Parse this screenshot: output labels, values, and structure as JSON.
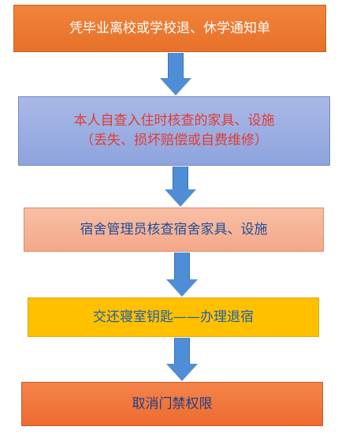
{
  "flow": {
    "steps": [
      {
        "lines": [
          "凭毕业离校或学校退、休学通知单"
        ]
      },
      {
        "lines": [
          "本人自查入住时核查的家具、设施",
          "（丢失、损坏赔偿或自费维修）"
        ]
      },
      {
        "lines": [
          "宿舍管理员核查宿舍家具、设施"
        ]
      },
      {
        "lines": [
          "交还寝室钥匙——办理退宿"
        ]
      },
      {
        "lines": [
          "取消门禁权限"
        ]
      }
    ]
  },
  "colors": {
    "step1_fill": "#e8712a",
    "step2_fill": "#8ea4de",
    "step3_fill": "#f4a889",
    "step4_fill": "#ffc000",
    "step5_fill": "#ed6b2f",
    "arrow": "#4f8ed6"
  }
}
